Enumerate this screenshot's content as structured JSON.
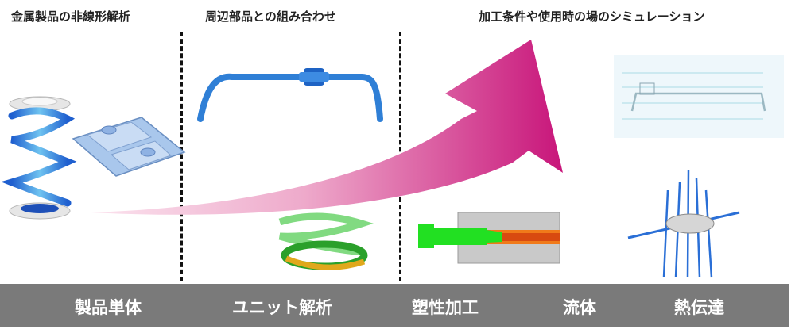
{
  "top_labels": {
    "metal_analysis": "金属製品の非線形解析",
    "peripheral": "周辺部品との組み合わせ",
    "simulation": "加工条件や使用時の場のシミュレーション"
  },
  "bottom_labels": {
    "single_product": "製品単体",
    "unit_analysis": "ユニット解析",
    "plastic_working": "塑性加工",
    "fluid": "流体",
    "heat_transfer": "熱伝達"
  },
  "colors": {
    "arrow_start": "#f5cbe0",
    "arrow_end": "#c8157a",
    "bar_bg": "#7a7a7a",
    "part_blue": "#2f7fd6",
    "spring_green": "#5fcf5f",
    "forming_green": "#22e022",
    "forming_orange": "#f07a1a",
    "die_gray": "#c9c9c9"
  }
}
